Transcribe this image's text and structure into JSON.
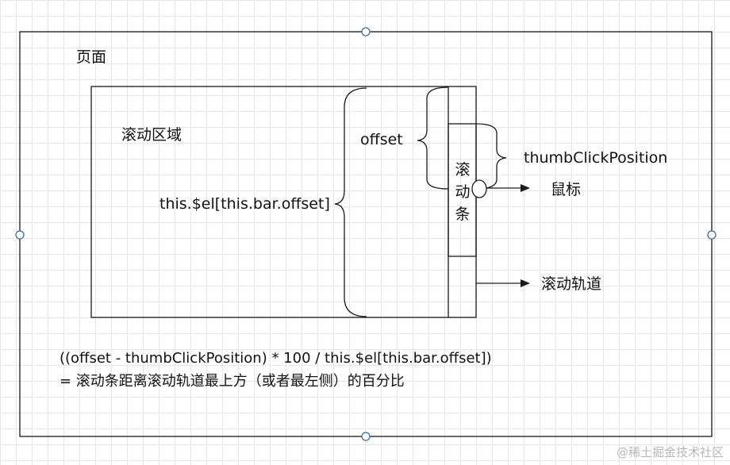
{
  "labels": {
    "page": "页面",
    "scroll_area": "滚动区域",
    "offset": "offset",
    "thumb_click_position": "thumbClickPosition",
    "el_offset": "this.$el[this.bar.offset]",
    "mouse": "鼠标",
    "scroll_track": "滚动轨道",
    "thumb_chars": [
      "滚",
      "动",
      "条"
    ]
  },
  "formula": {
    "line1": "((offset - thumbClickPosition) * 100 / this.$el[this.bar.offset])",
    "line2": "= 滚动条距离滚动轨道最上方（或者最左侧）的百分比"
  },
  "watermark": "@稀土掘金技术社区",
  "colors": {
    "stroke": "#1a1a1a",
    "handle": "#3a6ea8",
    "grid": "#e6e6e6"
  }
}
